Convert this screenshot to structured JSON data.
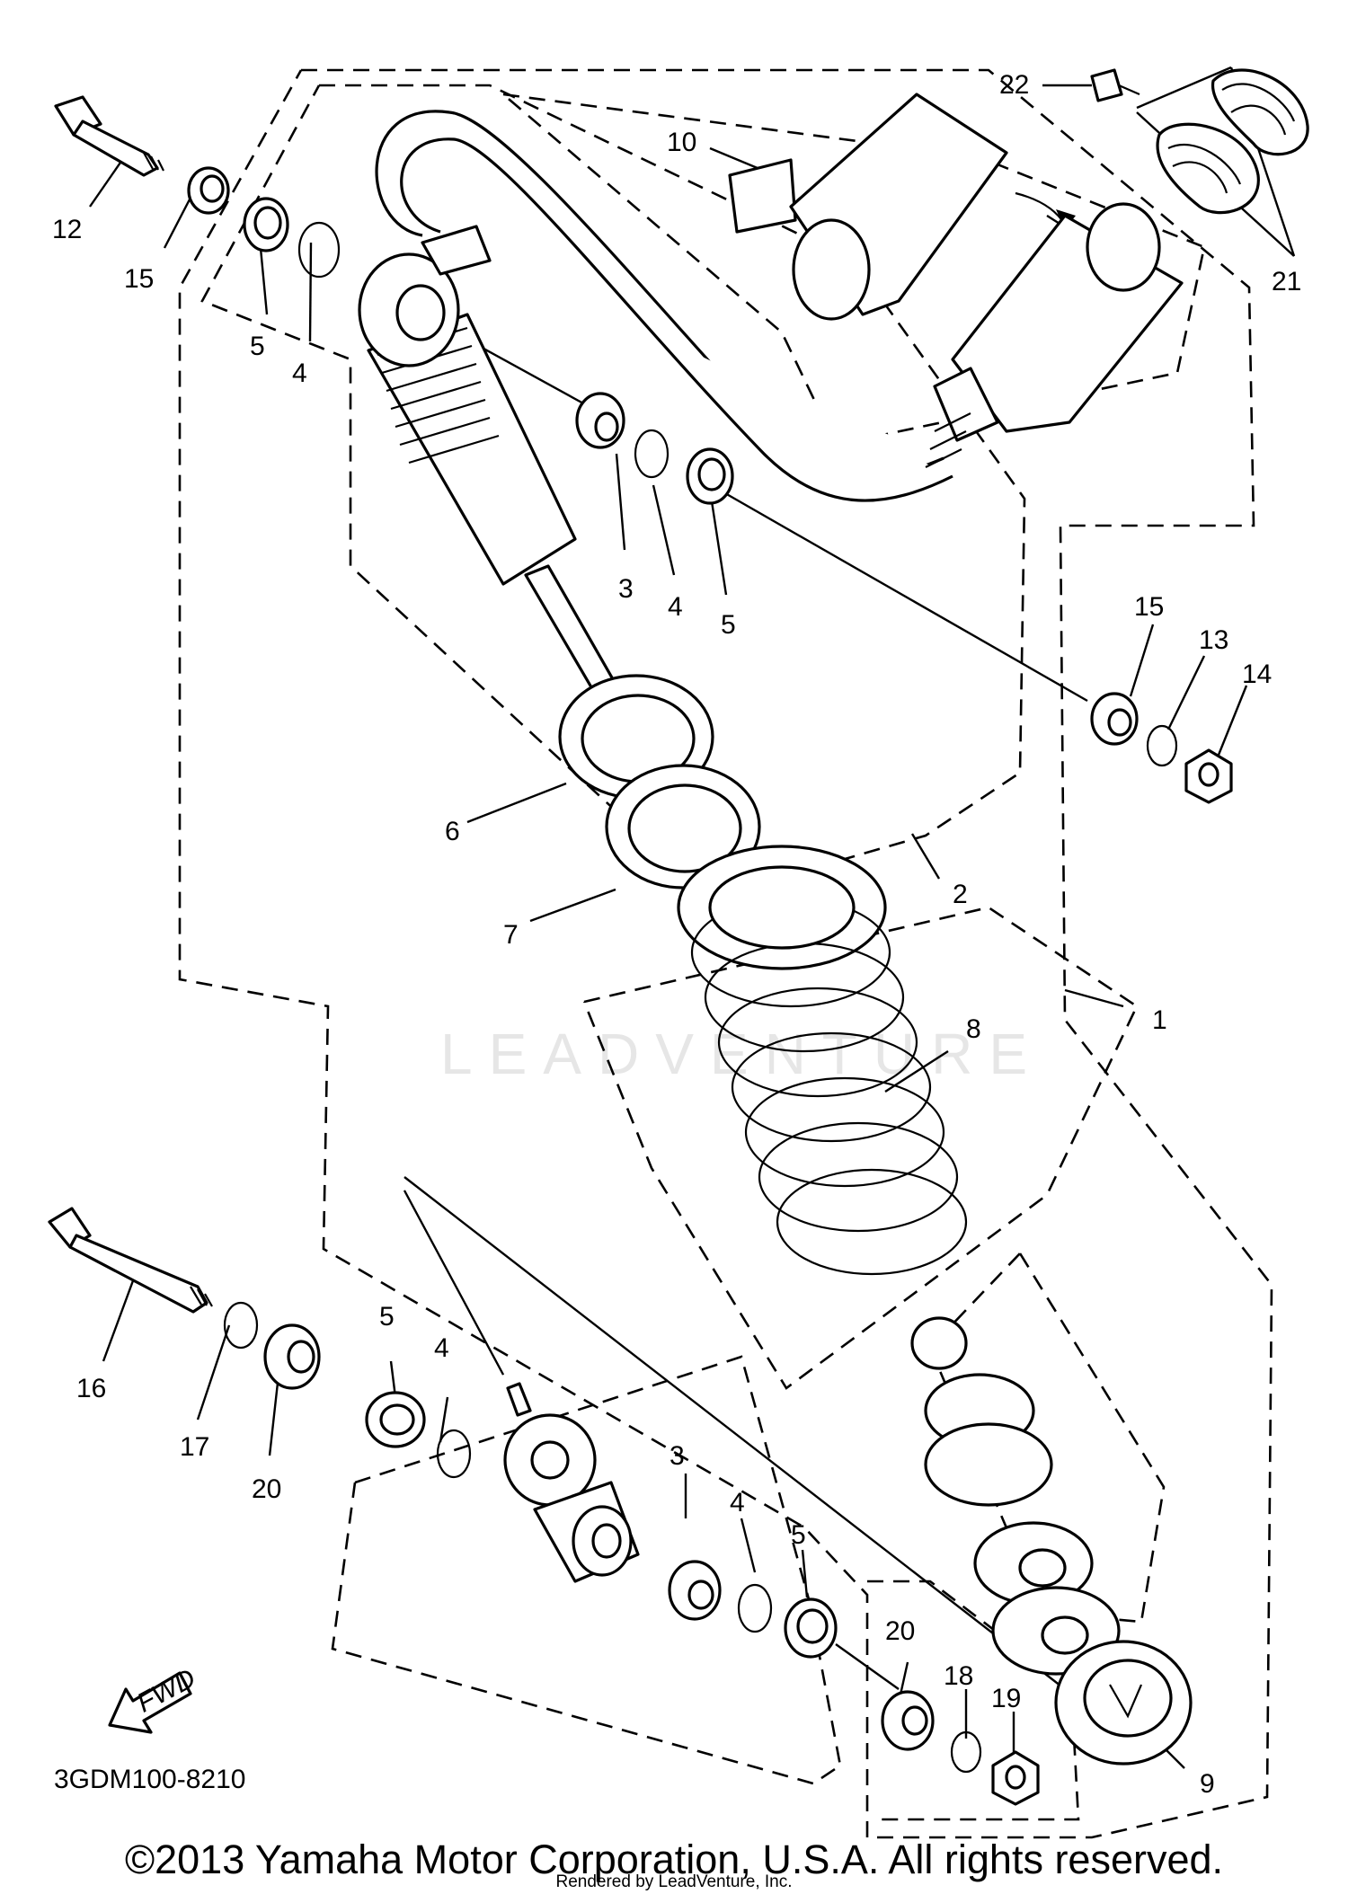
{
  "diagram": {
    "watermark": "LEADVENTURE",
    "drawing_code": "3GDM100-8210",
    "fwd_label": "FWD",
    "copyright": "©2013 Yamaha Motor Corporation, U.S.A. All rights reserved.",
    "rendered_by": "Rendered by LeadVenture, Inc.",
    "callouts": {
      "c12": "12",
      "c15a": "15",
      "c5a": "5",
      "c4a": "4",
      "c10": "10",
      "c22": "22",
      "c21": "21",
      "c3a": "3",
      "c4b": "4",
      "c5b": "5",
      "c15b": "15",
      "c13": "13",
      "c14": "14",
      "c6": "6",
      "c7": "7",
      "c2": "2",
      "c1": "1",
      "c8": "8",
      "c16": "16",
      "c17": "17",
      "c20a": "20",
      "c5c": "5",
      "c4c": "4",
      "c3b": "3",
      "c4d": "4",
      "c5d": "5",
      "c20b": "20",
      "c18": "18",
      "c19": "19",
      "c9": "9"
    }
  }
}
